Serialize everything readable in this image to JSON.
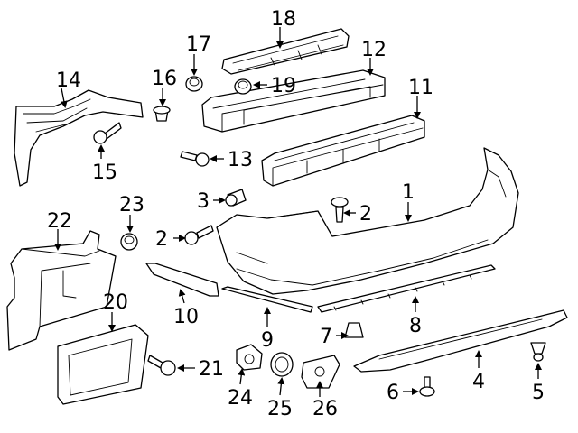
{
  "callouts": {
    "c1": "1",
    "c2a": "2",
    "c2b": "2",
    "c3": "3",
    "c4": "4",
    "c5": "5",
    "c6": "6",
    "c7": "7",
    "c8": "8",
    "c9": "9",
    "c10": "10",
    "c11": "11",
    "c12": "12",
    "c13": "13",
    "c14": "14",
    "c15": "15",
    "c16": "16",
    "c17": "17",
    "c18": "18",
    "c19": "19",
    "c20": "20",
    "c21": "21",
    "c22": "22",
    "c23": "23",
    "c24": "24",
    "c25": "25",
    "c26": "26"
  },
  "colors": {
    "line": "#000000",
    "background": "#ffffff"
  }
}
